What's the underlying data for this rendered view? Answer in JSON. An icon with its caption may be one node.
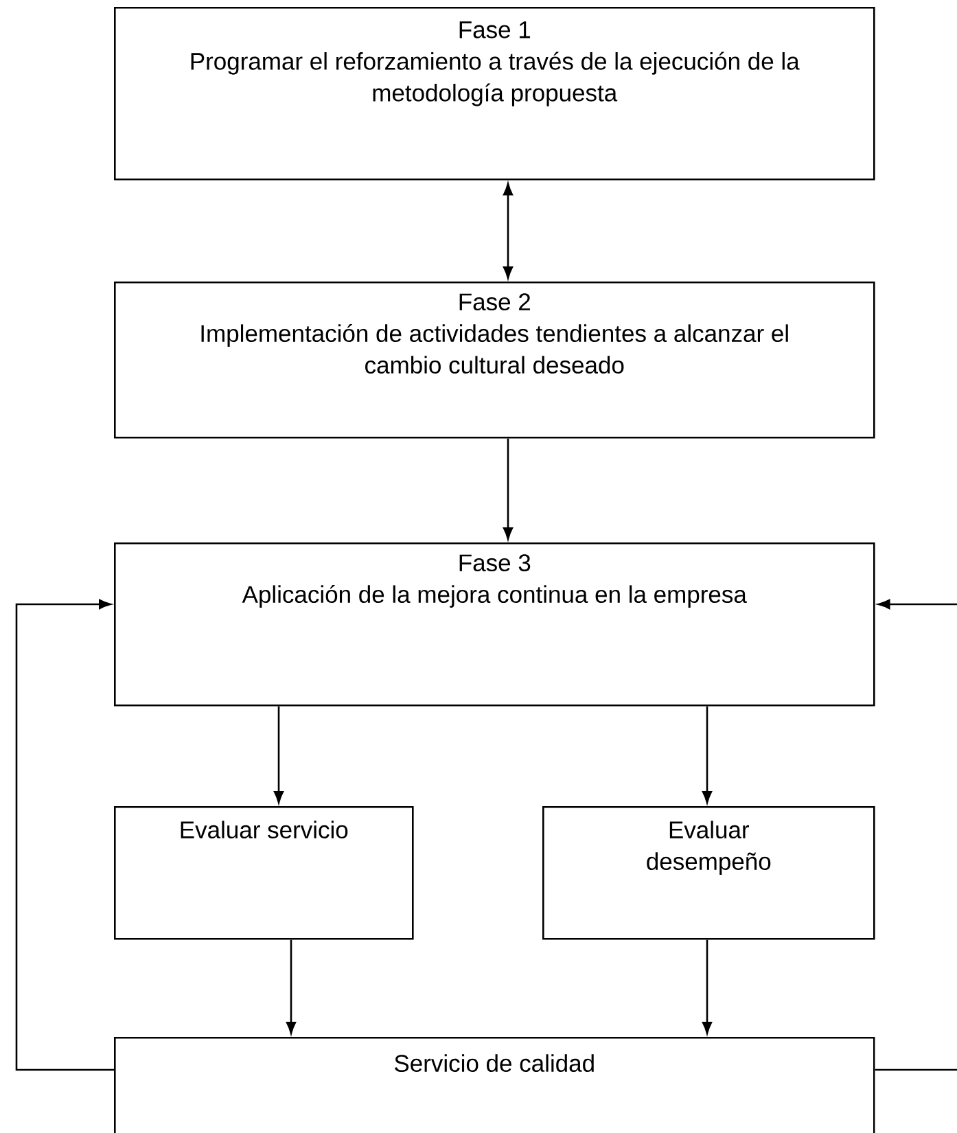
{
  "diagram": {
    "nodes": [
      {
        "text": [
          "Fase 1",
          "Programar el reforzamiento a través de la ejecución de la metodología propuesta"
        ]
      },
      {
        "text": [
          "Fase 2",
          "Implementación de actividades tendientes a alcanzar el cambio cultural deseado"
        ]
      },
      {
        "text": [
          "Fase 3",
          "Aplicación de la mejora continua en la empresa"
        ]
      },
      {
        "text": [
          "Evaluar servicio"
        ]
      },
      {
        "text": [
          "Evaluar desempeño"
        ]
      },
      {
        "text": [
          "Servicio de calidad"
        ]
      }
    ],
    "edges": [
      {
        "from": 0,
        "to": 1,
        "arrow": "both"
      },
      {
        "from": 1,
        "to": 2,
        "arrow": "to"
      },
      {
        "from": 2,
        "to": 3,
        "arrow": "to"
      },
      {
        "from": 2,
        "to": 4,
        "arrow": "to"
      },
      {
        "from": 3,
        "to": 5,
        "arrow": "to"
      },
      {
        "from": 4,
        "to": 5,
        "arrow": "to"
      },
      {
        "from": 5,
        "to": 2,
        "arrow": "to"
      },
      {
        "from": null,
        "to": 2,
        "arrow": "to"
      },
      {
        "from": 5,
        "to": null,
        "arrow": "none"
      }
    ]
  }
}
